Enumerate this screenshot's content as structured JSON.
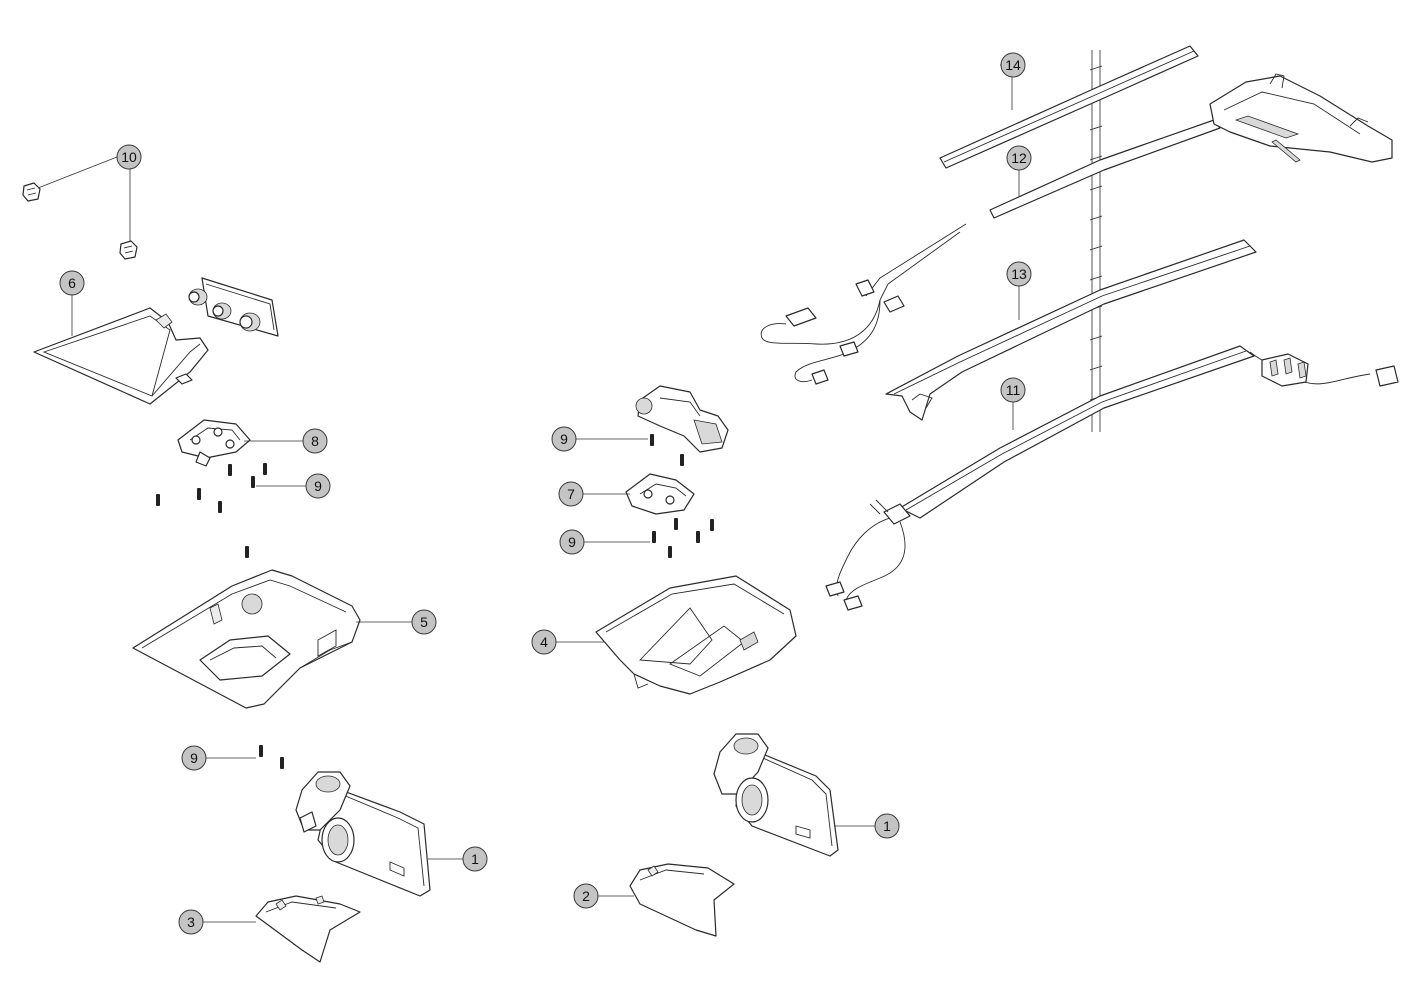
{
  "diagram": {
    "callouts": {
      "c14": "14",
      "c10": "10",
      "c12": "12",
      "c6": "6",
      "c13": "13",
      "c11": "11",
      "c9a": "9",
      "c8": "8",
      "c9b": "9",
      "c7": "7",
      "c9c": "9",
      "c5": "5",
      "c4": "4",
      "c9d": "9",
      "c1a": "1",
      "c1b": "1",
      "c2": "2",
      "c3": "3"
    }
  }
}
